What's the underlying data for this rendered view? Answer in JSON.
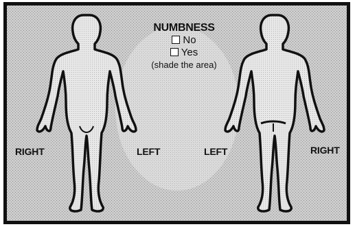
{
  "numbness": {
    "title": "NUMBNESS",
    "options": [
      {
        "label": "No",
        "checked": false
      },
      {
        "label": "Yes",
        "checked": false
      }
    ],
    "hint": "(shade the area)"
  },
  "front_figure": {
    "right_label": "RIGHT",
    "left_label": "LEFT"
  },
  "back_figure": {
    "left_label": "LEFT",
    "right_label": "RIGHT"
  },
  "colors": {
    "outline": "#111111",
    "background": "#cfcfcf",
    "body_fill": "#e6e6e6"
  },
  "icons": [
    "front-body-outline-icon",
    "back-body-outline-icon",
    "checkbox-icon"
  ]
}
